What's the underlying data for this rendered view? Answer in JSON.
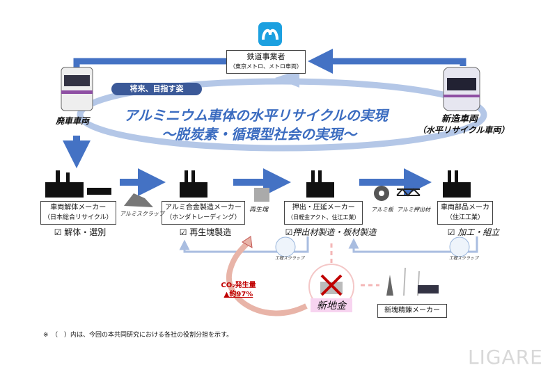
{
  "operator": {
    "name": "鉄道事業者",
    "detail": "（東京メトロ、メトロ車両）"
  },
  "future_label": "将来、目指す姿",
  "headline": {
    "line1": "アルミニウム車体の水平リサイクルの実現",
    "line2": "～脱炭素・循環型社会の実現～"
  },
  "old_car": "廃車車両",
  "new_car": {
    "line1": "新造車両",
    "line2": "（水平リサイクル車両）"
  },
  "stages": [
    {
      "name": "車両解体メーカー",
      "company": "（日本総合リサイクル）",
      "task": "☑ 解体・選別"
    },
    {
      "name": "アルミ合金製造メーカー",
      "company": "（ホンダトレーディング）",
      "task": "☑ 再生塊製造"
    },
    {
      "name": "押出・圧延メーカー",
      "company": "（日軽金アクト、住江工業）",
      "task": "☑押出材製造・板材製造"
    },
    {
      "name": "車両部品メーカ",
      "company": "（住江工業）",
      "task": "☑ 加工・組立"
    }
  ],
  "materials": {
    "scrap": "アルミスクラップ",
    "ingot": "再生塊",
    "sheet": "アルミ板",
    "extrusion": "アルミ押出材"
  },
  "process_scrap": "工程スクラップ",
  "co2": {
    "line1": "CO₂発生量",
    "line2": "▲約97%"
  },
  "new_metal": "新地金",
  "smelter": "新塊精錬メーカー",
  "footnote": "※　（　）内は、今回の本共同研究における各社の役割分担を示す。",
  "watermark": "LIGARE",
  "colors": {
    "arrow": "#4472c4",
    "light_arrow": "#a9bde0",
    "title": "#3b6cc0",
    "co2": "#c00000"
  }
}
